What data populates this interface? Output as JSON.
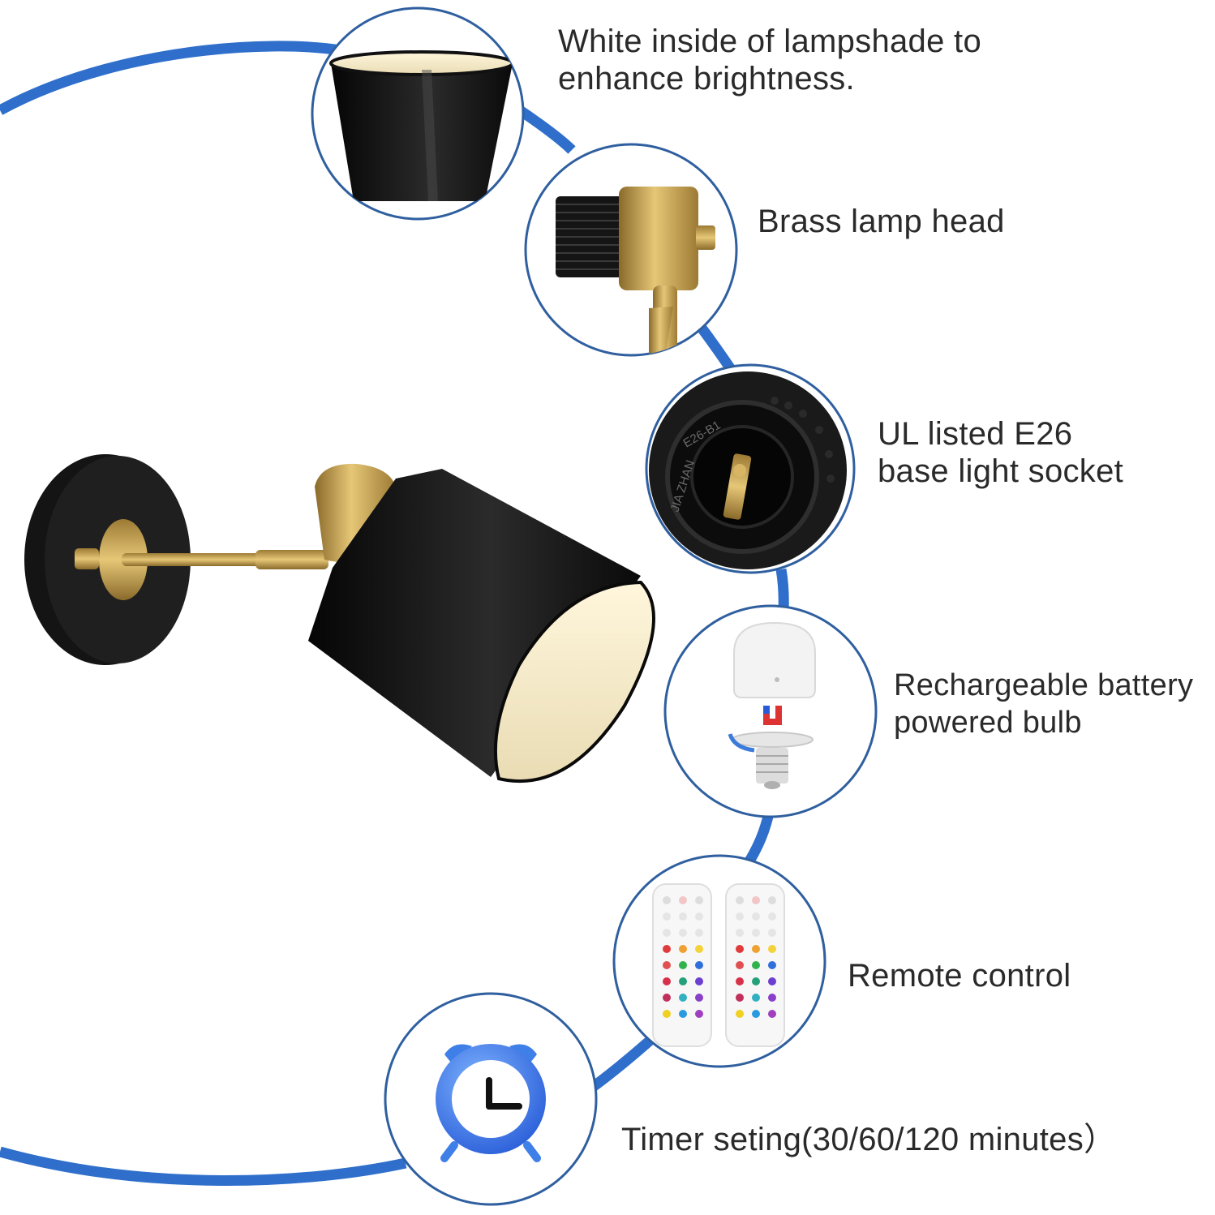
{
  "colors": {
    "arc_blue": "#2f6fcb",
    "circle_border": "#2f5f9f",
    "lamp_black": "#111111",
    "brass": "#c9a24a",
    "text": "#2a2a2a"
  },
  "features": [
    {
      "id": "lampshade",
      "icon": "lampshade-photo",
      "lines": [
        "White inside of lampshade to",
        "enhance brightness."
      ]
    },
    {
      "id": "lamp-head",
      "icon": "brass-lamp-head-photo",
      "lines": [
        "Brass lamp head"
      ]
    },
    {
      "id": "socket",
      "icon": "e26-socket-photo",
      "lines": [
        "UL listed E26",
        "base light socket"
      ]
    },
    {
      "id": "bulb",
      "icon": "battery-bulb-photo",
      "lines": [
        "Rechargeable battery",
        "powered bulb"
      ]
    },
    {
      "id": "remote",
      "icon": "remote-control-photo",
      "lines": [
        "Remote control"
      ]
    },
    {
      "id": "timer",
      "icon": "alarm-clock-icon",
      "lines": [
        "Timer seting(30/60/120 minutes）"
      ]
    }
  ],
  "socket_markings": {
    "left": "JIA ZHAN",
    "top": "E26-B1"
  },
  "main_product": {
    "icon": "wall-sconce-lamp-photo"
  }
}
